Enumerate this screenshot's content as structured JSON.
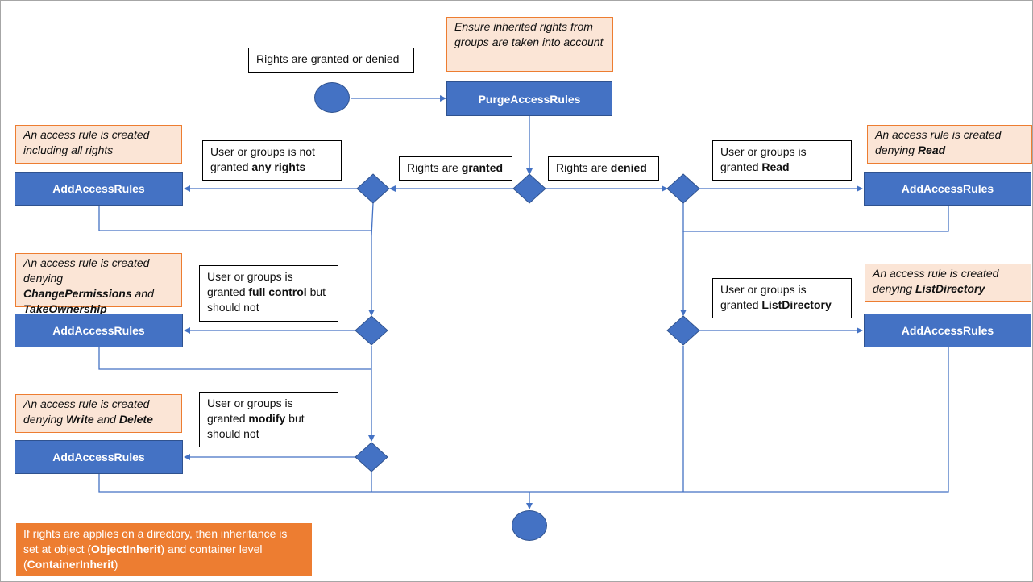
{
  "colors": {
    "action_fill": "#4472c4",
    "note_fill": "#fbe5d6",
    "note_border": "#ed7d31",
    "footer_fill": "#ed7d31",
    "line": "#4472c4"
  },
  "action_label_purge": "PurgeAccessRules",
  "action_label_add": "AddAccessRules",
  "top_condition": "Rights are granted or denied",
  "note_purge": "Ensure inherited rights from groups are taken into account",
  "branch_granted": {
    "prefix": "Rights are ",
    "bold": "granted"
  },
  "branch_denied": {
    "prefix": "Rights are ",
    "bold": "denied"
  },
  "left": {
    "cond1": {
      "prefix": "User or groups is not granted ",
      "bold": "any rights",
      "suffix": ""
    },
    "note1": {
      "prefix": "An access rule is created including all rights",
      "bold": "",
      "mid": "",
      "bold2": ""
    },
    "cond2": {
      "prefix": "User or groups is granted ",
      "bold": "full control",
      "suffix": " but should not"
    },
    "note2": {
      "prefix": "An access rule is created denying ",
      "bold": "ChangePermissions",
      "mid": " and ",
      "bold2": "TakeOwnership"
    },
    "cond3": {
      "prefix": "User or groups is granted ",
      "bold": "modify",
      "suffix": " but should not"
    },
    "note3": {
      "prefix": "An access rule is created denying ",
      "bold": "Write",
      "mid": " and ",
      "bold2": "Delete"
    }
  },
  "right": {
    "cond1": {
      "prefix": "User or groups is granted ",
      "bold": "Read",
      "suffix": ""
    },
    "note1": {
      "prefix": "An access rule is created denying ",
      "bold": "Read",
      "mid": "",
      "bold2": ""
    },
    "cond2": {
      "prefix": "User or groups is granted ",
      "bold": "ListDirectory",
      "suffix": ""
    },
    "note2": {
      "prefix": "An access rule is created denying ",
      "bold": "ListDirectory",
      "mid": "",
      "bold2": ""
    }
  },
  "footer": {
    "t1": "If rights are applies on a directory, then inheritance is set at object (",
    "b1": "ObjectInherit",
    "t2": ") and container level (",
    "b2": "ContainerInherit",
    "t3": ")"
  }
}
